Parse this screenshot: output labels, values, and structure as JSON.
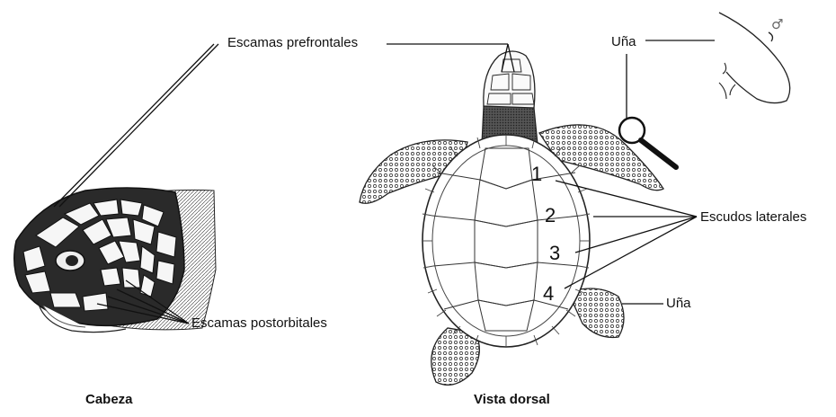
{
  "labels": {
    "prefrontal": "Escamas prefrontales",
    "postorbital": "Escamas postorbitales",
    "lateral": "Escudos laterales",
    "claw_top": "Uña",
    "claw_flipper": "Uña",
    "male_symbol": "♂"
  },
  "scute_numbers": [
    "1",
    "2",
    "3",
    "4"
  ],
  "captions": {
    "head": "Cabeza",
    "dorsal": "Vista dorsal"
  },
  "colors": {
    "ink": "#111111",
    "line": "#222222"
  }
}
